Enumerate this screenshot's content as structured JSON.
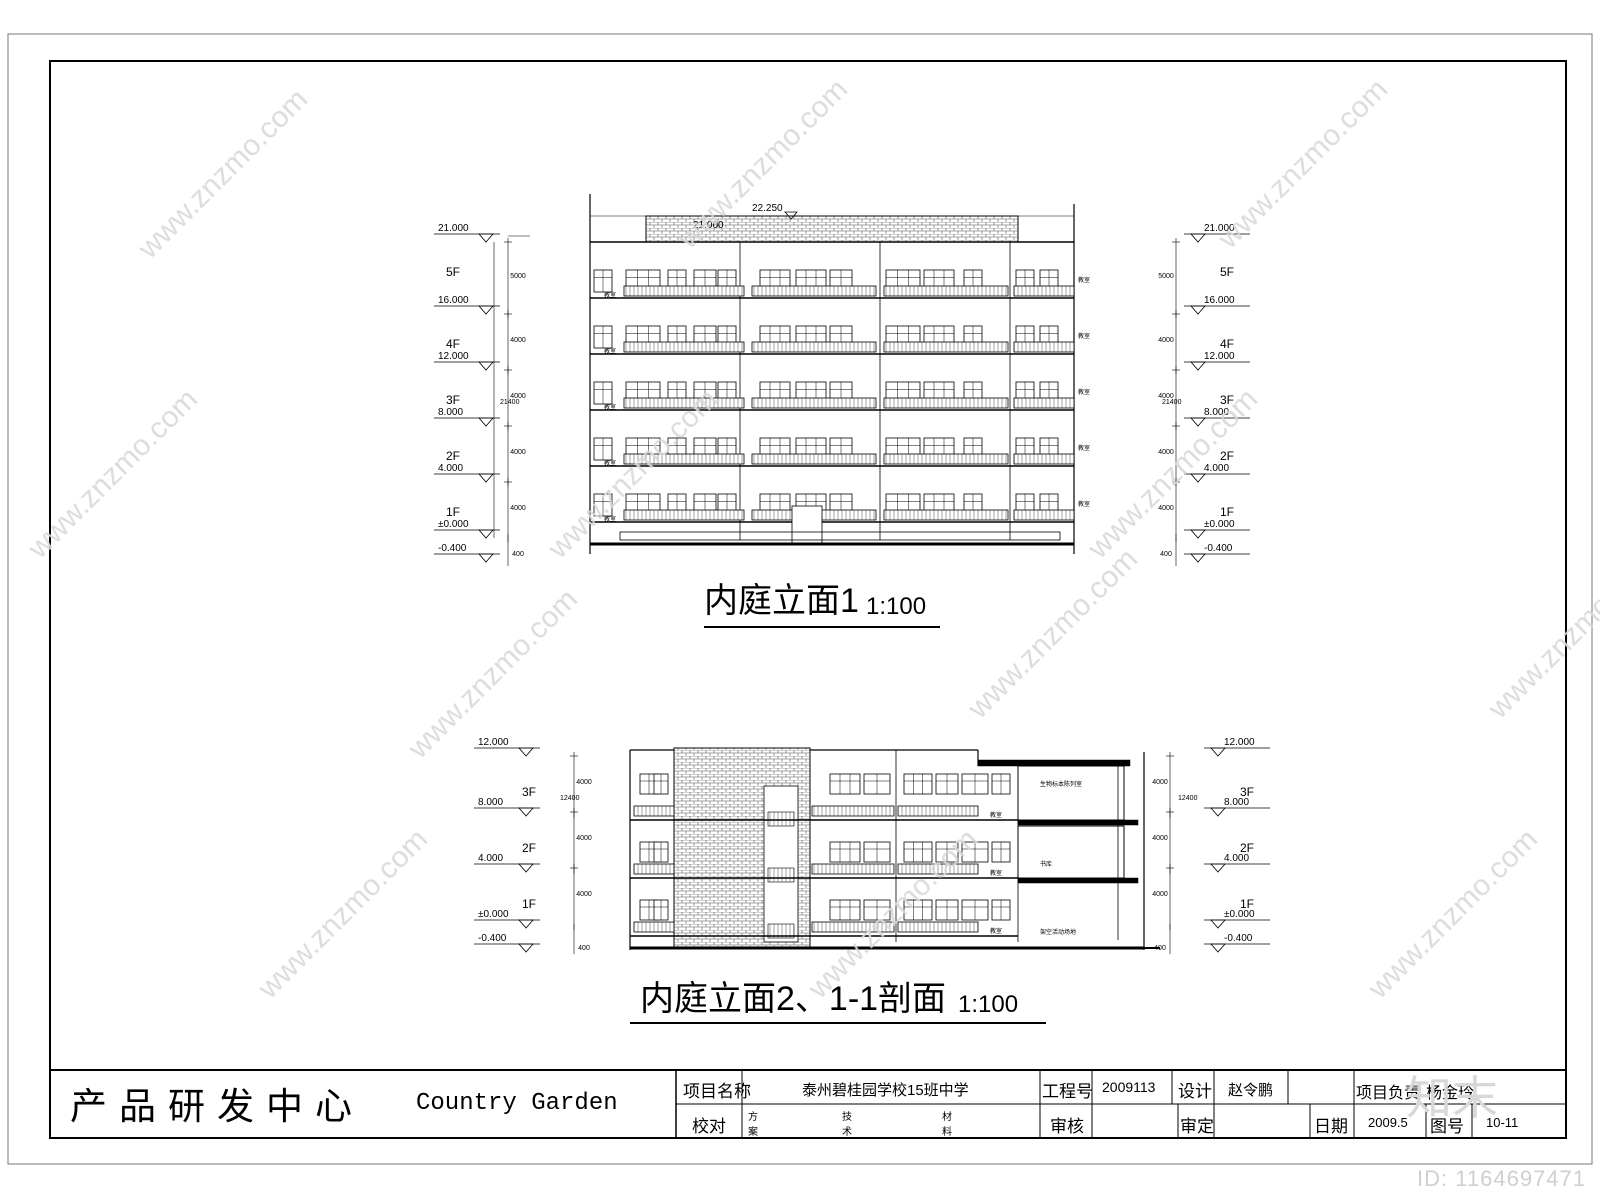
{
  "elevation1": {
    "title": "内庭立面1",
    "scale": "1:100",
    "top_level": "22.250",
    "parapet_level": "21.000",
    "levels": [
      {
        "floor": "5F",
        "elev": "21.000",
        "height": "5000"
      },
      {
        "floor": "4F",
        "elev": "16.000",
        "height": "4000"
      },
      {
        "floor": "3F",
        "elev": "12.000",
        "height": "4000"
      },
      {
        "floor": "2F",
        "elev": "8.000",
        "height": "4000"
      },
      {
        "floor": "1F",
        "elev": "4.000",
        "height": "4000"
      }
    ],
    "ground": "±0.000",
    "base": "-0.400",
    "base_dim": "400",
    "total_dim": "21400",
    "room_label": "教室"
  },
  "elevation2": {
    "title": "内庭立面2、1-1剖面",
    "scale": "1:100",
    "top_level": "12.000",
    "levels": [
      {
        "floor": "3F",
        "elev": "8.000",
        "height": "4000"
      },
      {
        "floor": "2F",
        "elev": "4.000",
        "height": "4000"
      },
      {
        "floor": "1F",
        "elev": "±0.000",
        "height": "4000"
      }
    ],
    "base": "-0.400",
    "base_dim": "400",
    "total_dim": "12400",
    "room_label": "教室",
    "section_labels": [
      "生物标本陈列室",
      "书库",
      "架空活动场地"
    ]
  },
  "title_block": {
    "company_cn": "产品研发中心",
    "company_en": "Country Garden",
    "project_name_label": "项目名称",
    "project_name": "泰州碧桂园学校15班中学",
    "job_no_label": "工程号",
    "job_no": "2009113",
    "design_label": "设计",
    "designer": "赵令鹏",
    "project_lead_label": "项目负责",
    "project_lead": "杨金玲",
    "check_label": "校对",
    "scheme_label": "方案",
    "tech_label": "技术",
    "material_label": "材料",
    "review_label": "审核",
    "approve_label": "审定",
    "date_label": "日期",
    "date": "2009.5",
    "drawing_no_label": "图号",
    "drawing_no": "10-11"
  },
  "watermarks": {
    "site": "www.znzmo.com",
    "logo": "知末",
    "id_text": "ID: 1164697471"
  }
}
